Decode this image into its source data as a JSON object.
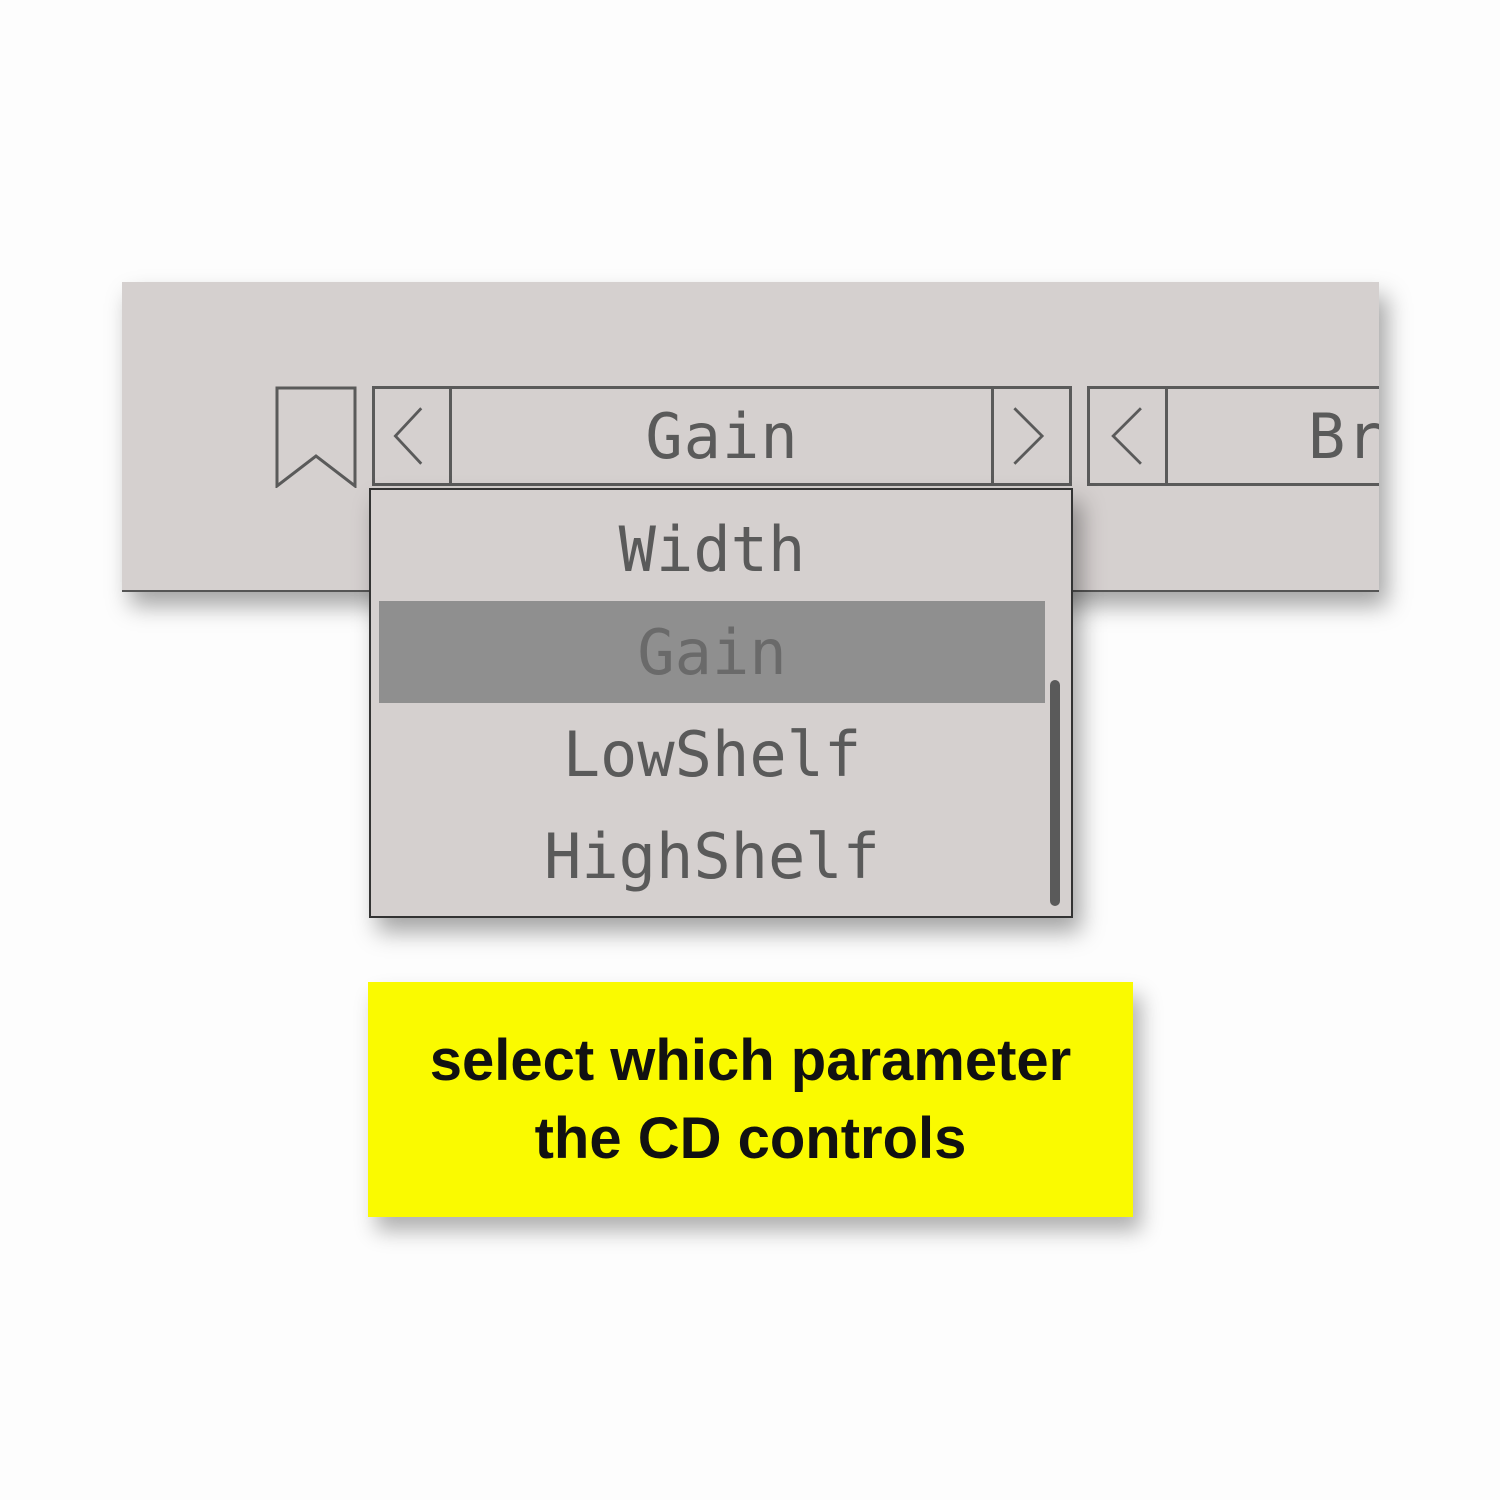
{
  "selector": {
    "current": "Gain",
    "next_field": "Bra"
  },
  "dropdown": {
    "options": [
      {
        "label": "Width",
        "selected": false
      },
      {
        "label": "Gain",
        "selected": true
      },
      {
        "label": "LowShelf",
        "selected": false
      },
      {
        "label": "HighShelf",
        "selected": false
      }
    ]
  },
  "annotation": {
    "line1": "select which parameter",
    "line2": "the CD controls"
  },
  "colors": {
    "panel": "#d5d0cf",
    "highlight": "#8f8f8f",
    "callout": "#fafa00"
  }
}
